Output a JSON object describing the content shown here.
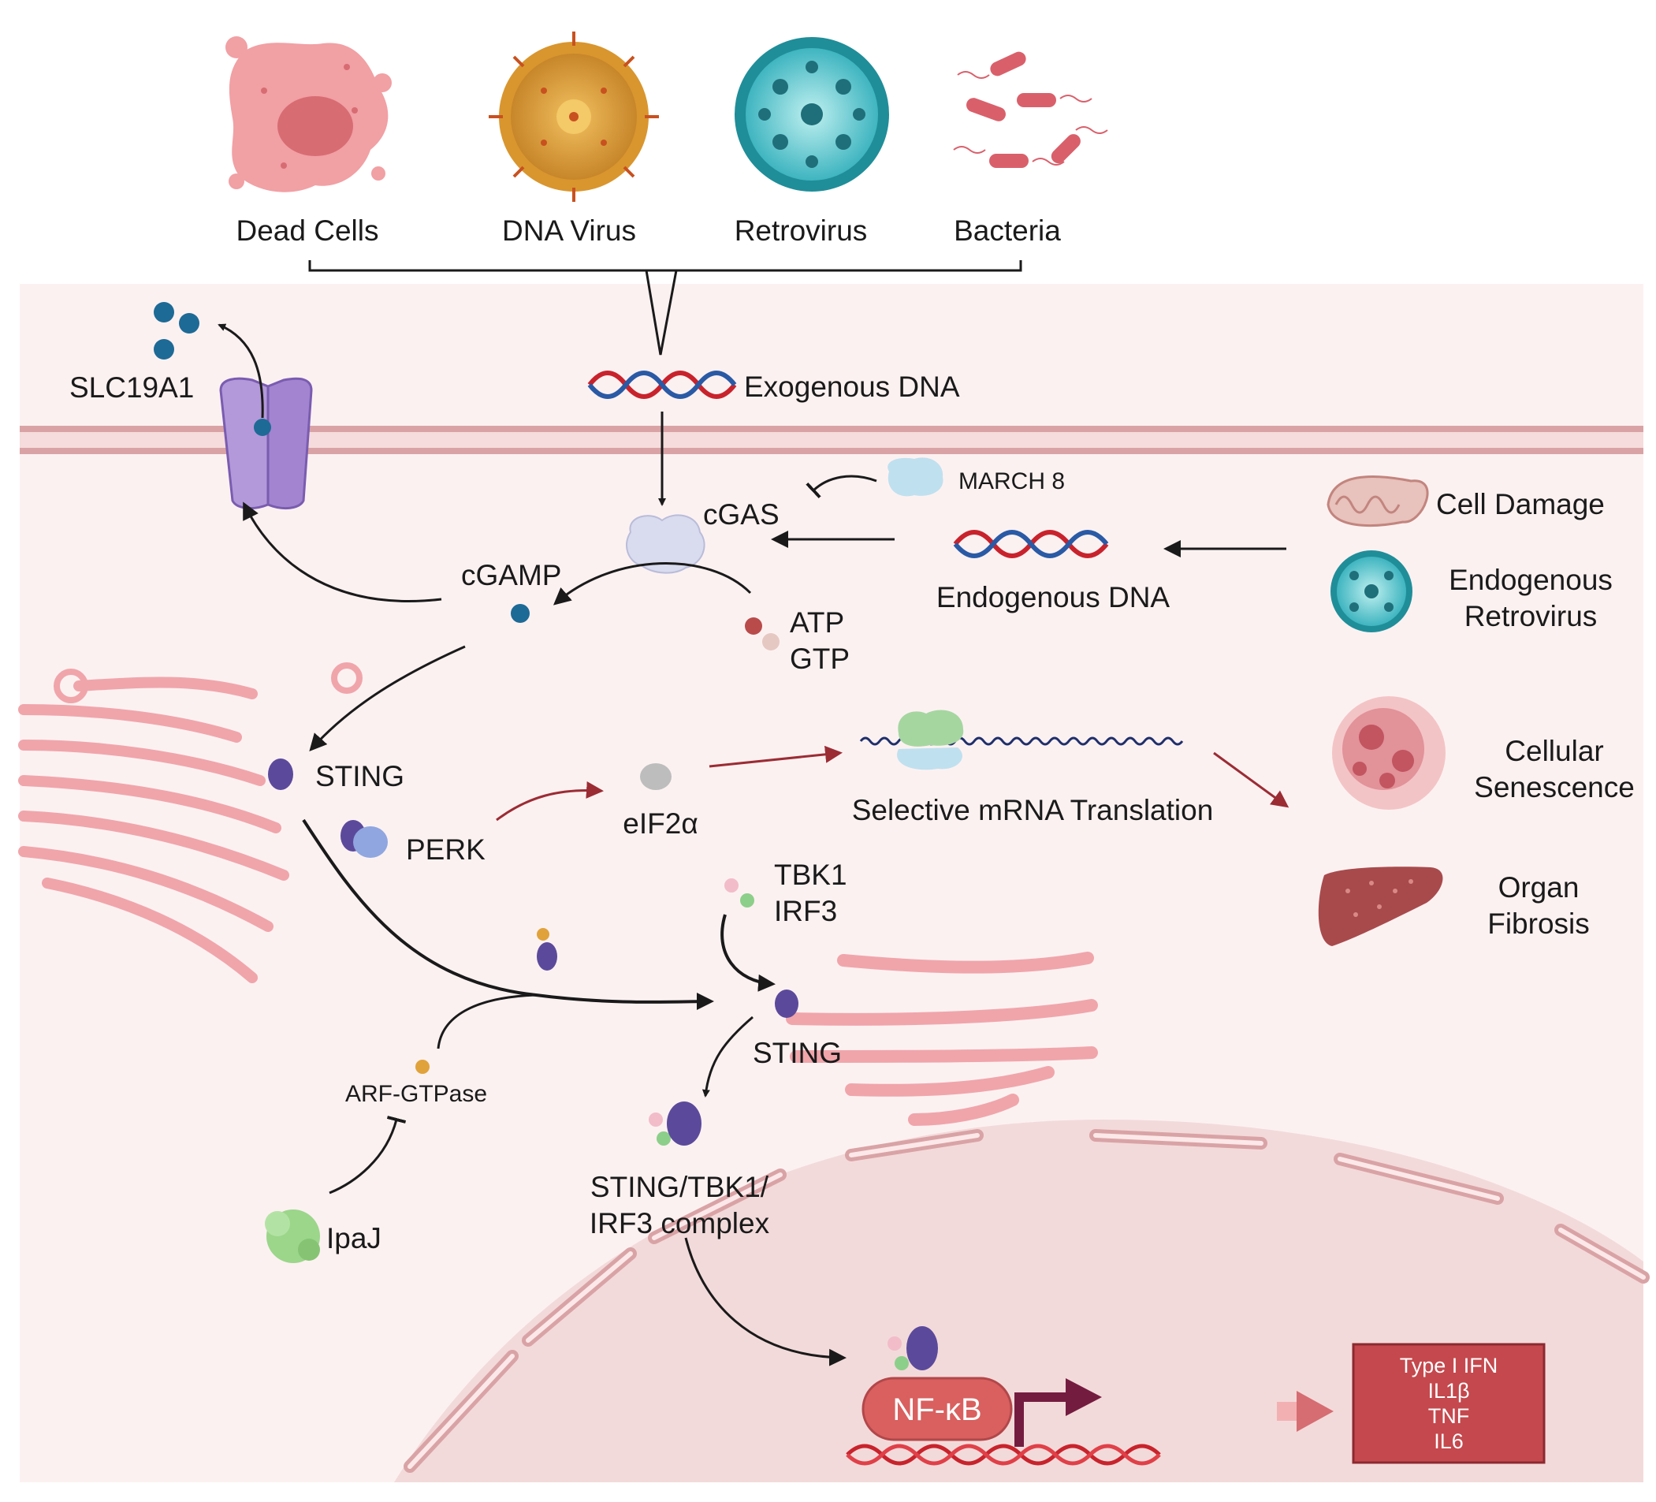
{
  "sources": {
    "dead_cells": "Dead Cells",
    "dna_virus": "DNA Virus",
    "retrovirus": "Retrovirus",
    "bacteria": "Bacteria"
  },
  "exogenous_dna": "Exogenous DNA",
  "slc19a1": "SLC19A1",
  "march8": "MARCH 8",
  "cgas": "cGAS",
  "cgamp": "cGAMP",
  "atp": "ATP",
  "gtp": "GTP",
  "endogenous_dna": "Endogenous DNA",
  "cell_damage": "Cell Damage",
  "endo_retro": [
    "Endogenous",
    "Retrovirus"
  ],
  "sting_er": "STING",
  "perk": "PERK",
  "eif2a": "eIF2α",
  "mrna_translation": "Selective mRNA Translation",
  "senescence": [
    "Cellular",
    "Senescence"
  ],
  "fibrosis": [
    "Organ",
    "Fibrosis"
  ],
  "tbk1": "TBK1",
  "irf3": "IRF3",
  "sting_golgi": "STING",
  "arf_gtpase": "ARF-GTPase",
  "ipaj": "IpaJ",
  "complex": [
    "STING/TBK1/",
    "IRF3  complex"
  ],
  "nfkb": "NF-κB",
  "outputs": [
    "Type I IFN",
    "IL1β",
    "TNF",
    "IL6"
  ],
  "colors": {
    "membrane": "#d9a3a6",
    "cell_bg": "#fcf1f1",
    "nucleus": "#f3dada",
    "er_golgi": "#f2a3aa",
    "sting_purple": "#5b4a9b",
    "cgamp_blue": "#1d6a96",
    "red_arrow": "#9b2c34",
    "output_box": "#c4484d"
  }
}
